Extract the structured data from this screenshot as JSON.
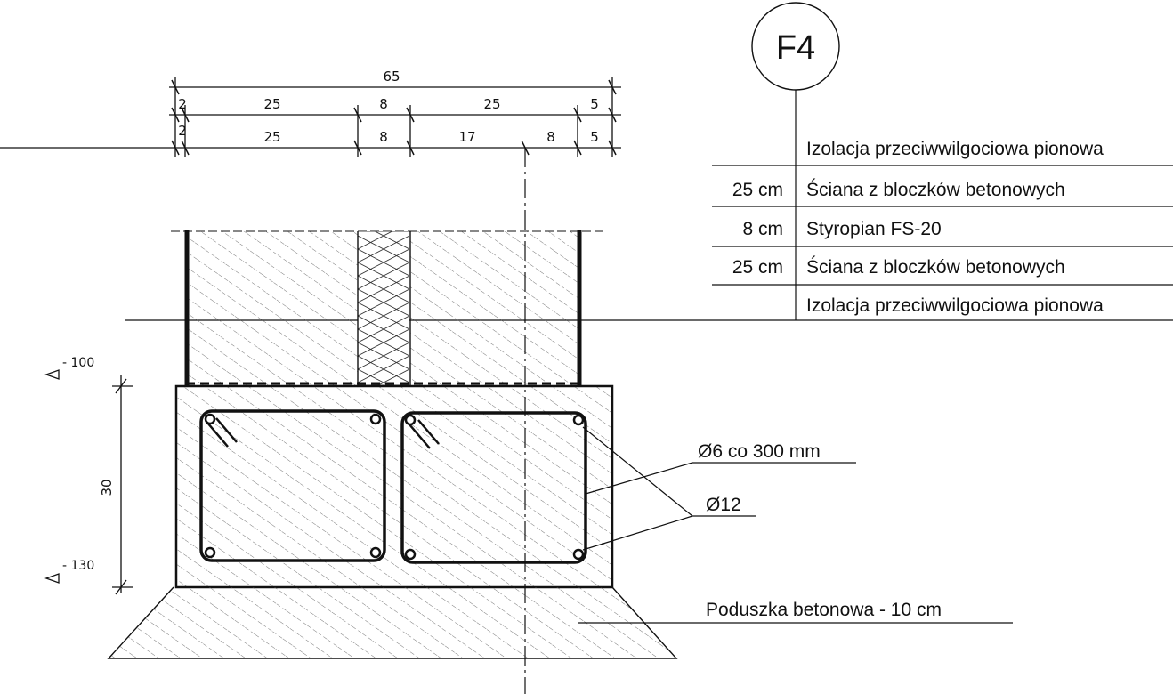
{
  "section_mark": "F4",
  "dimensions": {
    "top_total": "65",
    "row1": [
      "2",
      "25",
      "8",
      "25",
      "5"
    ],
    "row2": [
      "2",
      "25",
      "8",
      "17",
      "8",
      "5"
    ],
    "height": "30"
  },
  "levels": {
    "top": "- 100",
    "bottom": "- 130"
  },
  "layers": [
    {
      "thickness": "",
      "name": "Izolacja przeciwwilgociowa  pionowa"
    },
    {
      "thickness": "25 cm",
      "name": "Ściana z bloczków betonowych"
    },
    {
      "thickness": "8 cm",
      "name": "Styropian FS-20"
    },
    {
      "thickness": "25 cm",
      "name": "Ściana z bloczków betonowych"
    },
    {
      "thickness": "",
      "name": "Izolacja przeciwwilgociowa pionowa"
    }
  ],
  "callouts": {
    "stirrups": "Ø6 co 300 mm",
    "main_bars": "Ø12",
    "cushion": "Poduszka betonowa - 10 cm"
  }
}
